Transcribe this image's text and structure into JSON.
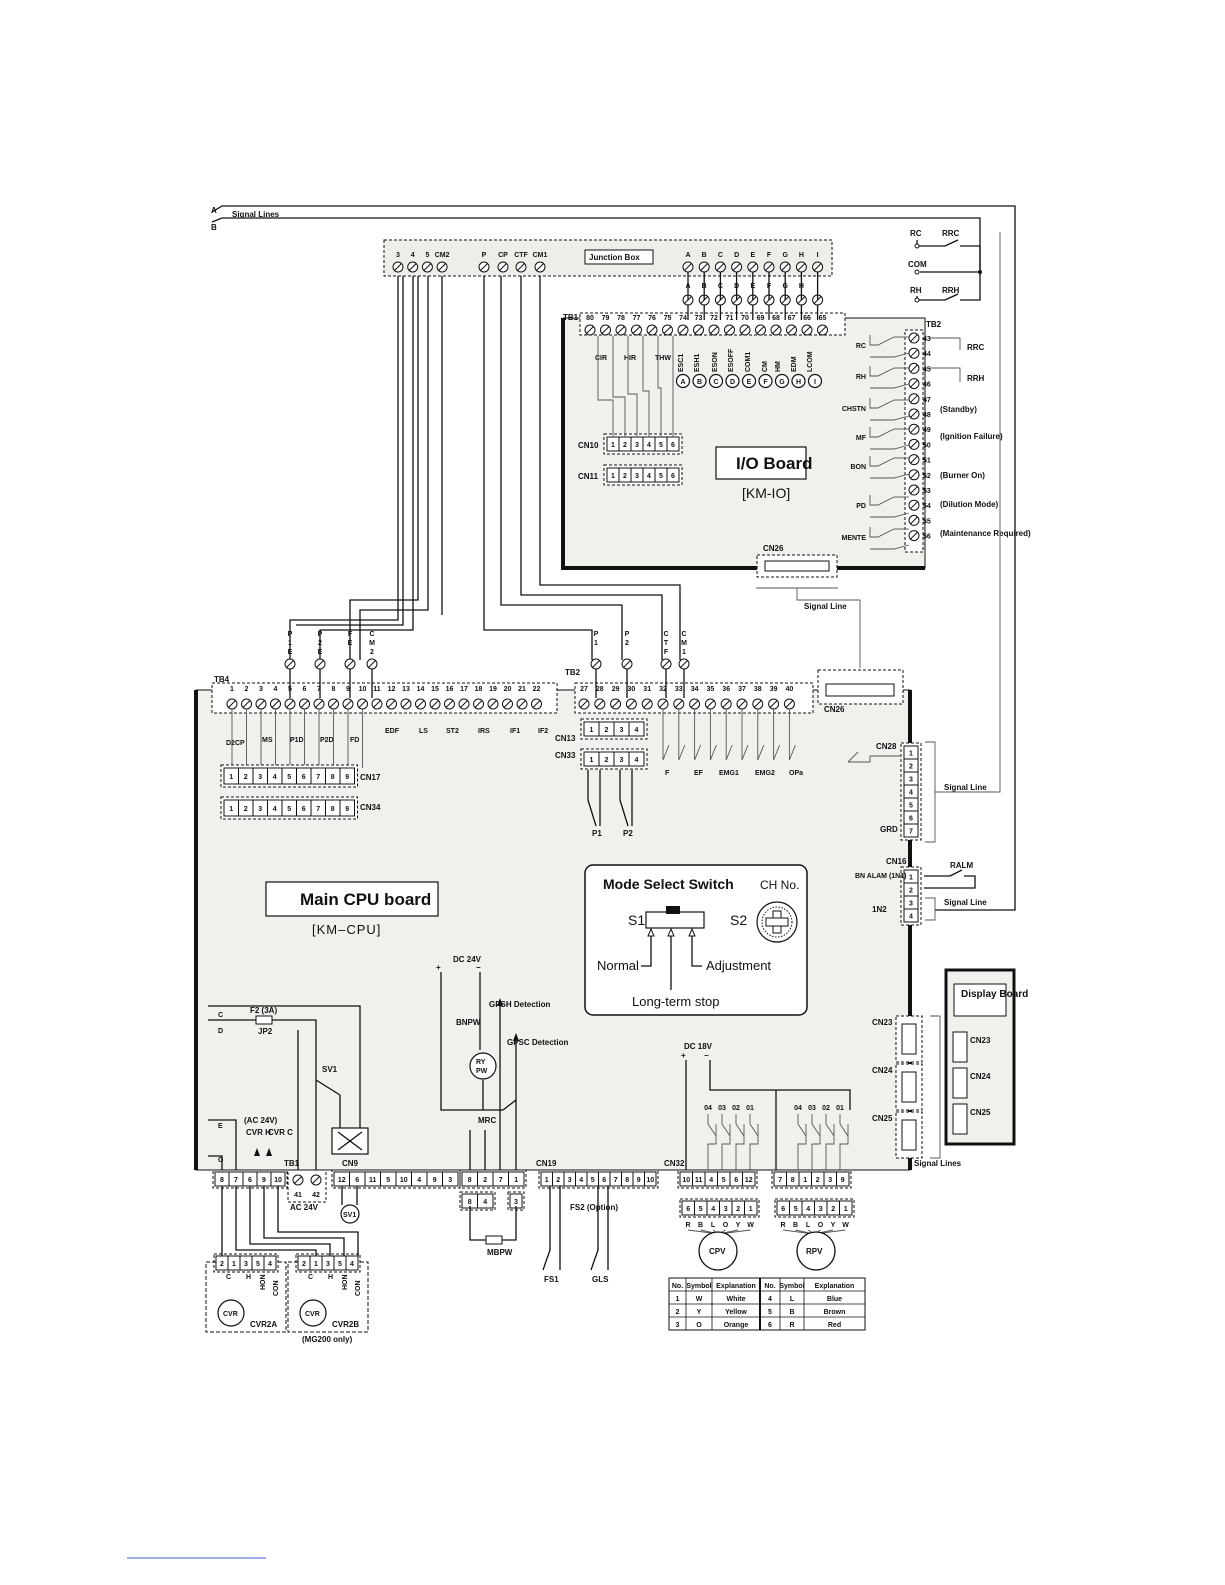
{
  "labels": {
    "signal_lines": "Signal Lines",
    "signal_line": "Signal Line",
    "wire_a": "A",
    "wire_b": "B",
    "wire_c": "C",
    "wire_d": "D",
    "wire_e": "E",
    "wire_g": "G",
    "junction_box": "Junction Box",
    "io_board": "I/O Board",
    "io_board_model": "[KM-IO]",
    "main_cpu": "Main CPU board",
    "main_cpu_model": "[KM–CPU]",
    "display_board": "Display Board",
    "mode_select": "Mode Select Switch",
    "ch_no": "CH No.",
    "s1": "S1",
    "s2": "S2",
    "normal": "Normal",
    "adjustment": "Adjustment",
    "long_term_stop": "Long-term stop",
    "tb1": "TB1",
    "tb2": "TB2",
    "tb4": "TB4",
    "cn10": "CN10",
    "cn11": "CN11",
    "cn13": "CN13",
    "cn33": "CN33",
    "cn17": "CN17",
    "cn34": "CN34",
    "cn26": "CN26",
    "cn28": "CN28",
    "cn16": "CN16",
    "cn23": "CN23",
    "cn24": "CN24",
    "cn25": "CN25",
    "cn9": "CN9",
    "cn32": "CN32",
    "rc": "RC",
    "rrc": "RRC",
    "com": "COM",
    "rh": "RH",
    "rrh": "RRH",
    "chstn": "CHSTN",
    "mf": "MF",
    "bon": "BON",
    "pd": "PD",
    "mente": "MENTE",
    "standby": "(Standby)",
    "ignition_failure": "(Ignition Failure)",
    "burner_on": "(Burner On)",
    "dilution_mode": "(Dilution Mode)",
    "maintenance": "(Maintenance Required)",
    "grd": "GRD",
    "ralm": "RALM",
    "bn_alam": "BN ALAM (1N1)",
    "in2": "1N2",
    "dc24": "DC 24V",
    "gpsh": "GPSH Detection",
    "gpsc": "GPSC Detection",
    "bnpw": "BNPW",
    "rypw": "RY PW",
    "mrc": "MRC",
    "mbpw": "MBPW",
    "f2": "F2 (3A)",
    "jp2": "JP2",
    "sv1": "SV1",
    "ac24": "(AC 24V)",
    "ac24b": "AC 24V",
    "cvr_h": "CVR H",
    "cvr_c": "CVR C",
    "cvr": "CVR",
    "cvr2a": "CVR2A",
    "cvr2b": "CVR2B",
    "mg200": "(MG200 only)",
    "fs1": "FS1",
    "fs2": "FS2 (Option)",
    "gls": "GLS",
    "dc18": "DC 18V",
    "cpv": "CPV",
    "rpv": "RPV",
    "p1": "P1",
    "p2": "P2",
    "f": "F",
    "ef": "EF",
    "emg1": "EMG1",
    "emg2": "EMG2",
    "opa": "OPa",
    "edf": "EDF",
    "ls": "LS",
    "st2": "ST2",
    "irs": "IRS",
    "if1": "IF1",
    "if2": "IF2",
    "dcp": "D2CP",
    "ms": "MS",
    "p1d": "P1D",
    "p2d": "P2D",
    "fd": "FD",
    "cir": "CIR",
    "hir": "HIR",
    "thw": "THW",
    "esc1": "ESC1",
    "esh1": "ESH1",
    "eson": "ESON",
    "esoff": "ESOFF",
    "com1": "COM1",
    "cm": "CM",
    "hm": "HM",
    "edm": "EDM",
    "lcom": "LCOM",
    "h_label": "H",
    "c_label": "C",
    "hon": "HON",
    "con": "CON"
  },
  "junction": {
    "left_terms": [
      "3",
      "4",
      "5",
      "CM2"
    ],
    "right_signal": [
      "P",
      "CP",
      "CTF",
      "CM1"
    ],
    "letters": [
      "A",
      "B",
      "C",
      "D",
      "E",
      "F",
      "G",
      "H",
      "I"
    ]
  },
  "tb1_io": [
    "80",
    "79",
    "78",
    "77",
    "76",
    "75",
    "74",
    "73",
    "72",
    "71",
    "70",
    "69",
    "68",
    "67",
    "66",
    "65"
  ],
  "io_letters": [
    "A",
    "B",
    "C",
    "D",
    "E",
    "F",
    "G",
    "H",
    "I"
  ],
  "tb2_io": [
    "43",
    "44",
    "45",
    "46",
    "47",
    "48",
    "49",
    "50",
    "51",
    "52",
    "53",
    "54",
    "55",
    "56"
  ],
  "cn10_pins": [
    "1",
    "2",
    "3",
    "4",
    "5",
    "6"
  ],
  "cn11_pins": [
    "1",
    "2",
    "3",
    "4",
    "5",
    "6"
  ],
  "tb4": [
    "1",
    "2",
    "3",
    "4",
    "5",
    "6",
    "7",
    "8",
    "9",
    "10",
    "11",
    "12",
    "13",
    "14",
    "15",
    "16",
    "17",
    "18",
    "19",
    "20",
    "21",
    "22"
  ],
  "tb4_wires": [
    "P 1 E",
    "P 2 E",
    "F E",
    "C M 2"
  ],
  "tb2_main": [
    "27",
    "28",
    "29",
    "30",
    "31",
    "32",
    "33",
    "34",
    "35",
    "36",
    "37",
    "38",
    "39",
    "40"
  ],
  "tb2_wires": [
    "P 1",
    "P 2",
    "C T F",
    "C M 1"
  ],
  "cn13_pins": [
    "1",
    "2",
    "3",
    "4"
  ],
  "cn33_pins": [
    "1",
    "2",
    "3",
    "4"
  ],
  "cn17_pins": [
    "1",
    "2",
    "3",
    "4",
    "5",
    "6",
    "7",
    "8",
    "9"
  ],
  "cn34_pins": [
    "1",
    "2",
    "3",
    "4",
    "5",
    "6",
    "7",
    "8",
    "9"
  ],
  "cn28_pins": [
    "1",
    "2",
    "3",
    "4",
    "5",
    "6",
    "7"
  ],
  "cn16_pins": [
    "1",
    "2",
    "3",
    "4"
  ],
  "bottom_left_pins": [
    "8",
    "7",
    "6",
    "9",
    "10"
  ],
  "tb1_main": [
    "41",
    "42"
  ],
  "cn9_pins": [
    "12",
    "6",
    "11",
    "5",
    "10",
    "4",
    "9",
    "3"
  ],
  "mid_pins_top": [
    "8",
    "2",
    "7",
    "1"
  ],
  "mid_pins_bot": [
    "8",
    "4",
    "3"
  ],
  "cn19_label": "CN19",
  "cn19_pins": [
    "1",
    "2",
    "3",
    "4",
    "5",
    "6",
    "7",
    "8",
    "9",
    "10"
  ],
  "cn32_pins_a": [
    "10",
    "11",
    "4",
    "5",
    "6",
    "12"
  ],
  "cn32_pins_b": [
    "7",
    "8",
    "1",
    "2",
    "3",
    "9"
  ],
  "cpv_pins": [
    "6",
    "5",
    "4",
    "3",
    "2",
    "1"
  ],
  "cpv_letters": [
    "R",
    "B",
    "L",
    "O",
    "Y",
    "W"
  ],
  "relay_nums": [
    "04",
    "03",
    "02",
    "01"
  ],
  "cvr_pins": [
    "2",
    "1",
    "3",
    "5",
    "4"
  ],
  "color_table": {
    "headers": [
      "No.",
      "Symbol",
      "Explanation",
      "No.",
      "Symbol",
      "Explanation"
    ],
    "rows": [
      [
        "1",
        "W",
        "White",
        "4",
        "L",
        "Blue"
      ],
      [
        "2",
        "Y",
        "Yellow",
        "5",
        "B",
        "Brown"
      ],
      [
        "3",
        "O",
        "Orange",
        "6",
        "R",
        "Red"
      ]
    ]
  }
}
